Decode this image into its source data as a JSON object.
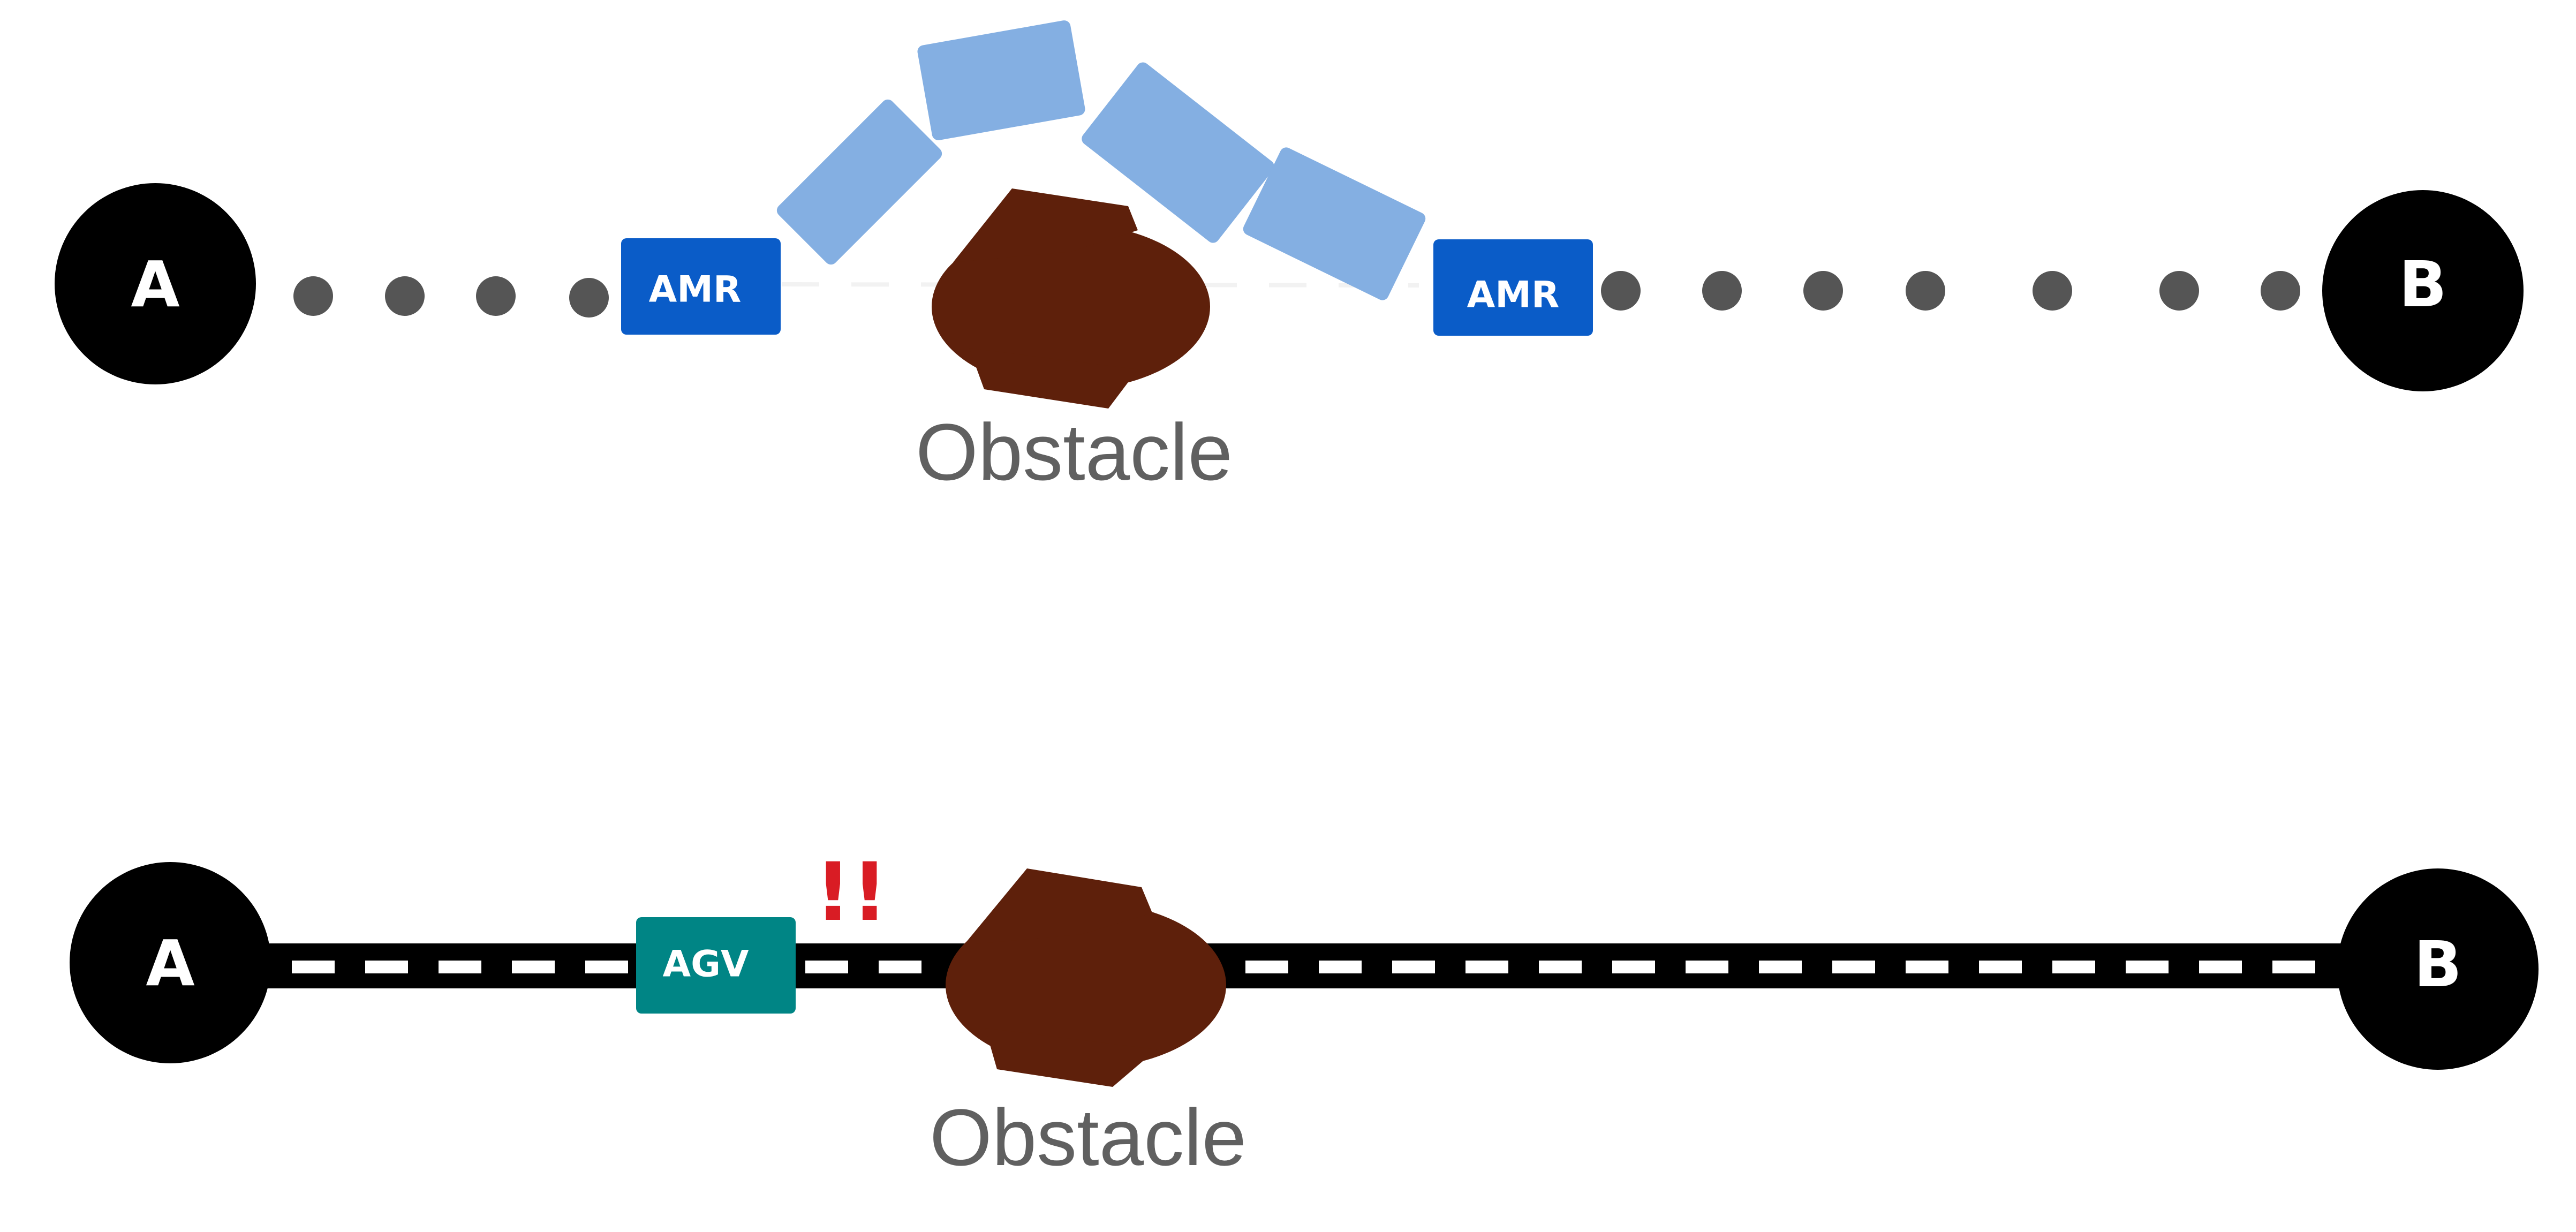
{
  "colors": {
    "node_fill": "#000000",
    "node_text": "#ffffff",
    "dot": "#555555",
    "amr_fill": "#0a5cc8",
    "amr_ghost": "#84afe2",
    "agv_fill": "#008585",
    "obstacle": "#5e200b",
    "obstacle_text": "#606060",
    "track": "#000000",
    "track_dash": "#ffffff",
    "alert": "#d91c24"
  },
  "icons": [
    "obstacle-shape",
    "path-dot",
    "ghost-amr-block"
  ],
  "amr_scenario": {
    "start_node": "A",
    "end_node": "B",
    "vehicle_label_start": "AMR",
    "vehicle_label_end": "AMR",
    "obstacle_label": "Obstacle"
  },
  "agv_scenario": {
    "start_node": "A",
    "end_node": "B",
    "vehicle_label": "AGV",
    "alert_text": "!!",
    "obstacle_label": "Obstacle"
  }
}
